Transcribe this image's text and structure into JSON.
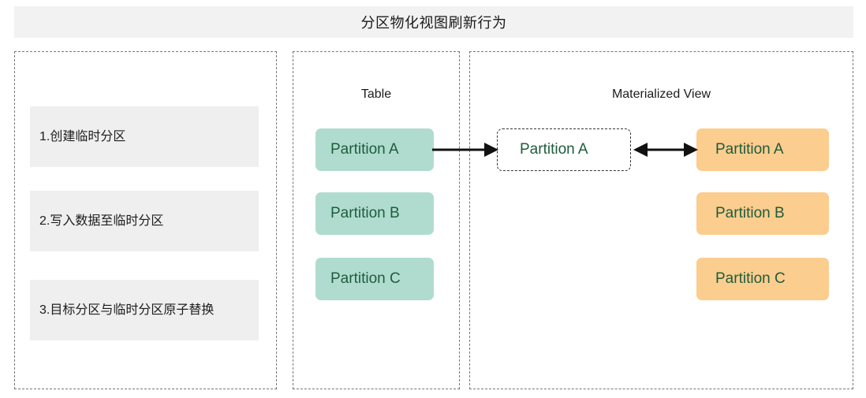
{
  "title": "分区物化视图刷新行为",
  "steps": [
    {
      "label": "1.创建临时分区"
    },
    {
      "label": "2.写入数据至临时分区"
    },
    {
      "label": "3.目标分区与临时分区原子替换"
    }
  ],
  "table_section": {
    "caption": "Table",
    "partitions": [
      {
        "label": "Partition A"
      },
      {
        "label": "Partition B"
      },
      {
        "label": "Partition C"
      }
    ]
  },
  "mv_section": {
    "caption": "Materialized View",
    "temp_partition": {
      "label": "Partition A"
    },
    "partitions": [
      {
        "label": "Partition A"
      },
      {
        "label": "Partition B"
      },
      {
        "label": "Partition C"
      }
    ]
  },
  "connectors": [
    {
      "name": "table-to-temp",
      "style": "single-arrow-right"
    },
    {
      "name": "temp-to-mv",
      "style": "double-arrow"
    }
  ],
  "colors": {
    "title_bar_bg": "#f2f2f2",
    "step_box_bg": "#efefef",
    "panel_border": "#777777",
    "chip_green": "#b0dccf",
    "chip_orange": "#fbcd8e",
    "chip_text": "#1f5c3d",
    "arrow": "#111111",
    "page_bg": "#ffffff"
  }
}
